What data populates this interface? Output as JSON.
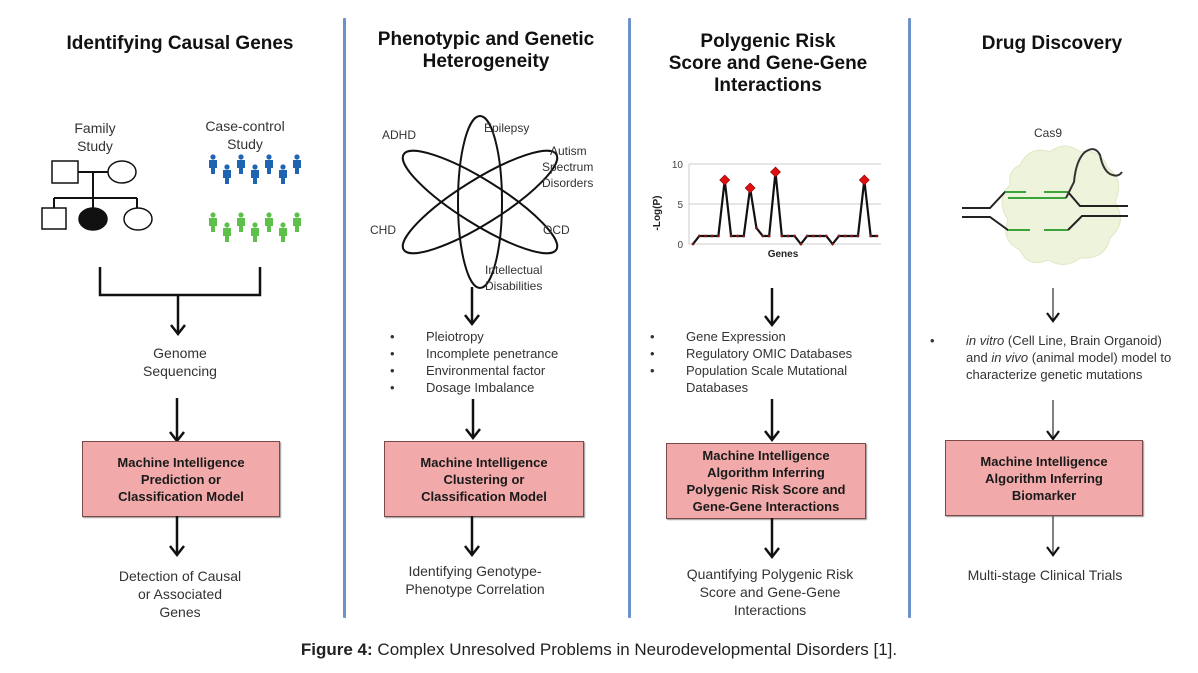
{
  "figure": {
    "caption_label": "Figure 4:",
    "caption_text": " Complex Unresolved Problems in Neurodevelopmental Disorders [1]."
  },
  "colors": {
    "divider": "#6b93c9",
    "box_fill": "#f1a9a9",
    "case_people": "#1f63b3",
    "control_people": "#5cc04a",
    "peak_marker": "#dd1111",
    "cas9_blob": "#eef4dc",
    "guide_rna": "#3aa33a"
  },
  "panels": [
    {
      "title_line1": "Identifying Causal Genes",
      "family_label_1": "Family",
      "family_label_2": "Study",
      "case_label_1": "Case-control",
      "case_label_2": "Study",
      "step_1": "Genome",
      "step_2": "Sequencing",
      "box_lines": [
        "Machine Intelligence",
        "Prediction or",
        "Classification Model"
      ],
      "outcome_lines": [
        "Detection of Causal",
        "or Associated",
        "Genes"
      ]
    },
    {
      "title_line1": "Phenotypic and Genetic",
      "title_line2": "Heterogeneity",
      "disorders": {
        "adhd": "ADHD",
        "epilepsy": "Epilepsy",
        "autism_1": "Autism",
        "autism_2": "Spectrum",
        "autism_3": "Disorders",
        "chd": "CHD",
        "ocd": "OCD",
        "id_1": "Intellectual",
        "id_2": "Disabilities"
      },
      "bullets": [
        "Pleiotropy",
        "Incomplete penetrance",
        "Environmental factor",
        "Dosage Imbalance"
      ],
      "box_lines": [
        "Machine Intelligence",
        "Clustering or",
        "Classification Model"
      ],
      "outcome_lines": [
        "Identifying Genotype-",
        "Phenotype Correlation"
      ]
    },
    {
      "title_line1": "Polygenic Risk",
      "title_line2": "Score and Gene-Gene",
      "title_line3": "Interactions",
      "bullets": [
        "Gene Expression",
        "Regulatory OMIC Databases",
        "Population Scale Mutational Databases"
      ],
      "box_lines": [
        "Machine Intelligence",
        "Algorithm Inferring",
        "Polygenic Risk Score and",
        "Gene-Gene Interactions"
      ],
      "outcome_lines": [
        "Quantifying Polygenic Risk",
        "Score and Gene-Gene",
        "Interactions"
      ]
    },
    {
      "title_line1": "Drug Discovery",
      "cas9_label": "Cas9",
      "bullet_italic_1": "in vitro",
      "bullet_text_1": " (Cell Line, Brain Organoid) and ",
      "bullet_italic_2": "in vivo",
      "bullet_text_2": " (animal model) model to characterize genetic mutations",
      "box_lines": [
        "Machine Intelligence",
        "Algorithm Inferring",
        "Biomarker"
      ],
      "outcome_lines": [
        "Multi-stage Clinical Trials"
      ]
    }
  ],
  "chart_data": {
    "type": "line",
    "title": "",
    "xlabel": "Genes",
    "ylabel": "-Log(P)",
    "ylim": [
      0,
      10
    ],
    "yticks": [
      "0",
      "5",
      "10"
    ],
    "grid": true,
    "values": [
      0,
      1,
      1,
      1,
      1,
      8,
      1,
      1,
      1,
      7,
      2,
      1,
      1,
      9,
      1,
      1,
      1,
      0,
      1,
      1,
      1,
      1,
      0,
      1,
      1,
      1,
      1,
      8,
      1,
      1
    ],
    "highlighted_peaks": [
      5,
      9,
      13,
      27
    ]
  }
}
